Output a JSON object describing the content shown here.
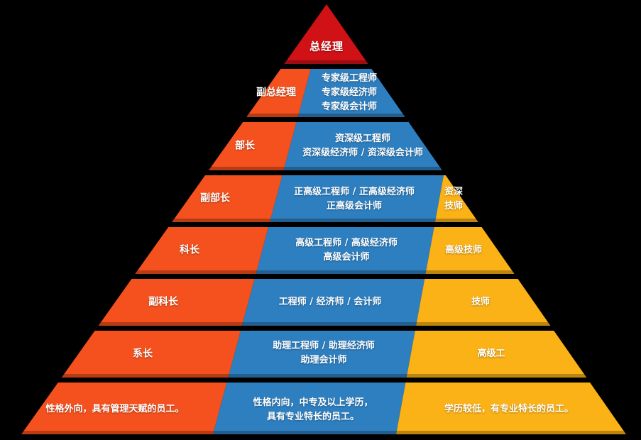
{
  "background_color": "#000000",
  "colors": {
    "executive": "#d01116",
    "management": "#f4511e",
    "professional": "#2e7fc0",
    "technical": "#fbb216",
    "label": "#ffffff"
  },
  "apex": {
    "label": "总经理"
  },
  "management_track": {
    "levels": [
      "副总经理",
      "部长",
      "副部长",
      "科长",
      "副科长",
      "系长"
    ],
    "base": "性格外向，具有管理天赋的员工。"
  },
  "professional_track": {
    "levels": [
      "专家级工程师\n专家级经济师\n专家级会计师",
      "资深级工程师\n资深级经济师 / 资深级会计师",
      "正高级工程师 / 正高级经济师\n正高级会计师",
      "高级工程师 / 高级经济师\n高级会计师",
      "工程师 / 经济师 / 会计师",
      "助理工程师 / 助理经济师\n助理会计师"
    ],
    "base": "性格内向，中专及以上学历，\n具有专业特长的员工。"
  },
  "technical_track": {
    "levels": [
      "资深\n技师",
      "高级技师",
      "技师",
      "高级工"
    ],
    "base": "学历较低，有专业特长的员工。"
  }
}
